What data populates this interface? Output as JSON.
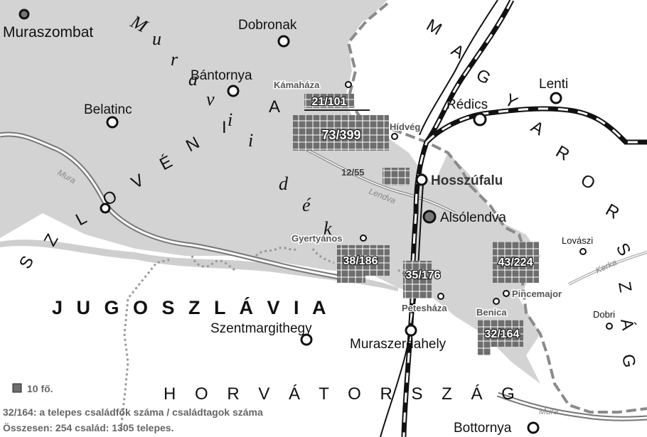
{
  "legend": {
    "unit": "10 fő.",
    "note": "32/164: a telepes családfők száma / családtagok száma",
    "total": "Összesen: 254 család: 1305 telepes."
  },
  "cities": {
    "muraszombat": "Muraszombat",
    "dobronak": "Dobronak",
    "bantornya": "Bántornya",
    "belatinc": "Belatinc",
    "kamahaza": "Kámaháza",
    "hidveg": "Hídvég",
    "redics": "Rédics",
    "lenti": "Lenti",
    "hosszufalu": "Hosszúfalu",
    "alsolendva": "Alsólendva",
    "gyertyanos": "Gyertyános",
    "lovaszi": "Lovászi",
    "pincemajor": "Pincemajor",
    "petesháza": "Petesháza",
    "benica": "Benica",
    "dobri": "Dobri",
    "szentmargithegy": "Szentmargithegy",
    "muraszerdahely": "Muraszerdahely",
    "bottornya": "Bottornya"
  },
  "countries": {
    "szlovenia": [
      "S",
      "Z",
      "L",
      "O",
      "V",
      "É",
      "N",
      "I",
      "A"
    ],
    "muravidek": [
      "M",
      "u",
      "r",
      "a",
      "v",
      "i",
      "d",
      "é",
      "k"
    ],
    "magyarorszag": [
      "M",
      "A",
      "G",
      "Y",
      "A",
      "R",
      "O",
      "R",
      "S",
      "Z",
      "Á",
      "G"
    ],
    "jugoszlavia": "J U G O S Z L Á V I A",
    "horvatorszag": "H O R V Á T O R S Z Á G"
  },
  "rivers": {
    "mura_left": "Mura",
    "mura_right": "Mura",
    "lendva": "Lendva",
    "kerka": "Kerka"
  },
  "settlements": [
    {
      "label": "21/101",
      "families": 21,
      "members": 101
    },
    {
      "label": "73/399",
      "families": 73,
      "members": 399
    },
    {
      "label": "12/55",
      "families": 12,
      "members": 55
    },
    {
      "label": "38/186",
      "families": 38,
      "members": 186
    },
    {
      "label": "35/176",
      "families": 35,
      "members": 176
    },
    {
      "label": "43/224",
      "families": 43,
      "members": 224
    },
    {
      "label": "32/164",
      "families": 32,
      "members": 164
    }
  ],
  "colors": {
    "land": "#d3d3d3",
    "block": "#6e6e6e",
    "border": "#8a8a8a",
    "railway": "#111111"
  }
}
